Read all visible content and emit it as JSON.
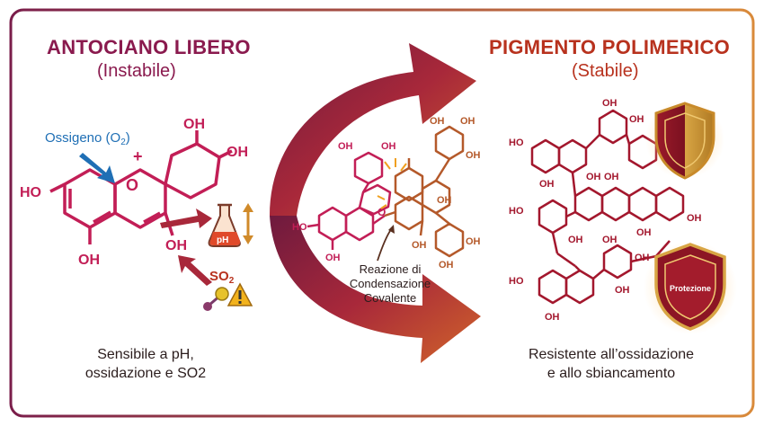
{
  "left": {
    "title": "ANTOCIANO LIBERO",
    "subtitle": "(Instabile)",
    "oxygen_label": "Ossigeno (O",
    "oxygen_sub": "2",
    "oxygen_close": ")",
    "so2_label": "SO",
    "so2_sub": "2",
    "ph_label": "pH",
    "plus": "+",
    "oxygen_atom": "O",
    "oh": "OH",
    "ho": "HO",
    "caption_line1": "Sensibile a pH,",
    "caption_line2": "ossidazione e SO2"
  },
  "middle": {
    "reaction_line1": "Reazione di",
    "reaction_line2": "Condensazione",
    "reaction_line3": "Covalente",
    "oh": "OH",
    "ho": "HO",
    "oxygen_atom": "O"
  },
  "right": {
    "title": "PIGMENTO POLIMERICO",
    "subtitle": "(Stabile)",
    "shield_label": "Protezione",
    "oh": "OH",
    "ho": "HO",
    "caption_line1": "Resistente all’ossidazione",
    "caption_line2": "e allo sbiancamento"
  },
  "colors": {
    "left_title": "#8a1a4e",
    "right_title": "#b8321e",
    "magenta": "#c21e56",
    "crimson": "#a3172d",
    "brown": "#b4592a",
    "oxygen_blue": "#1f6fb5",
    "arrow_dark": "#7a1d3a",
    "arrow_light": "#c0552a"
  }
}
